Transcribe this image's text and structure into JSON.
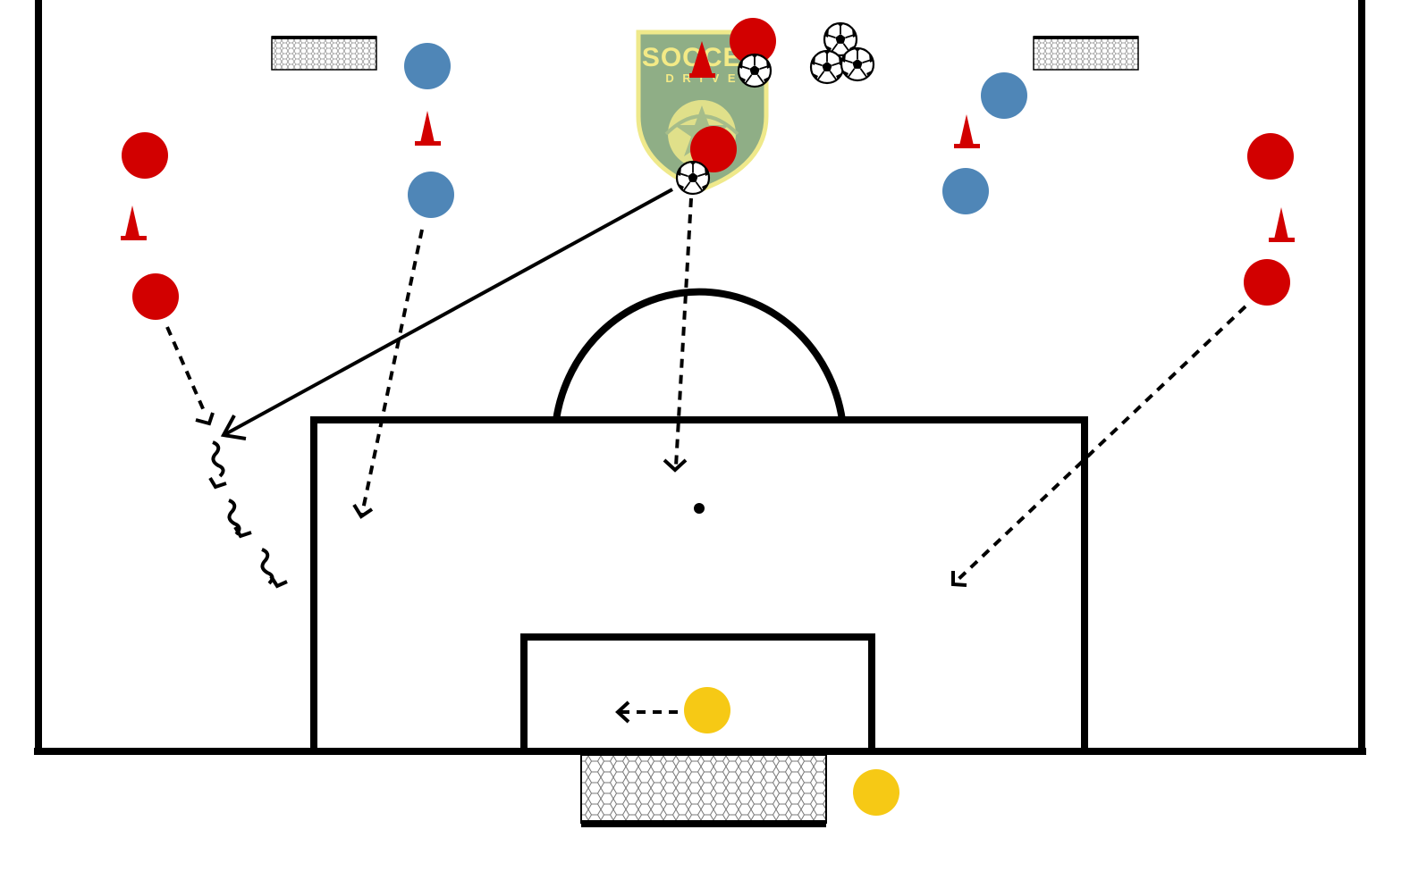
{
  "logo": {
    "word": "SOCCER",
    "subword": "D R I V E",
    "colors": {
      "shield": "#8fae86",
      "rim": "#efe98b",
      "text": "#f3ea86"
    }
  },
  "colors": {
    "red_player": "#d20000",
    "blue_player": "#4f86b7",
    "yellow_player": "#f6c915",
    "cone": "#d20000",
    "line": "#000000",
    "net": "#6b6b6b"
  },
  "legend_icons": {
    "player_red": "red-player-icon",
    "player_blue": "blue-player-icon",
    "player_yellow": "goalkeeper-icon",
    "cone": "cone-icon",
    "ball": "soccer-ball-icon",
    "goal": "goal-net-icon",
    "pass": "solid-pass-arrow",
    "run": "dashed-run-arrow",
    "dribble": "dribble-squiggle-arrow"
  }
}
